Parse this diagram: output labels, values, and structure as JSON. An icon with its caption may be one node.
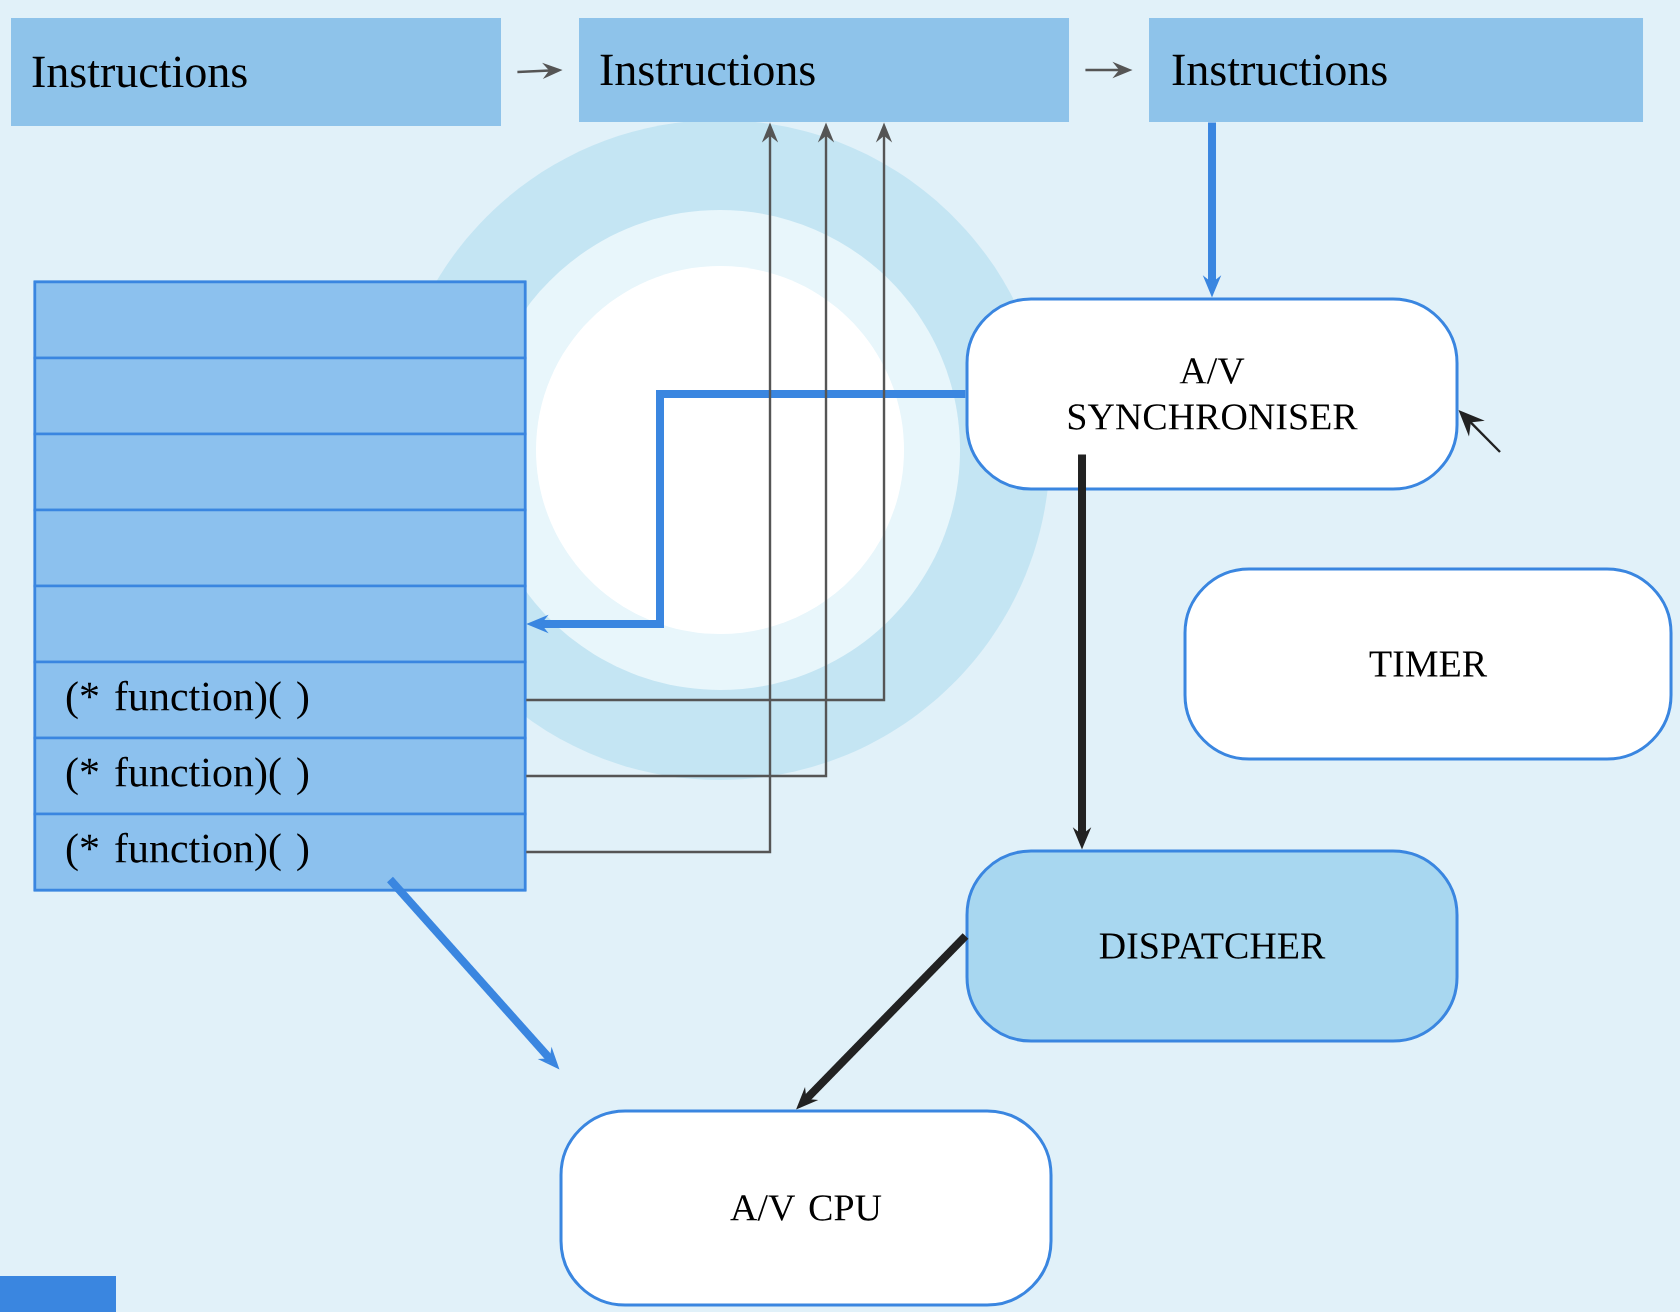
{
  "diagram": {
    "nodes": [
      {
        "text": [
          "Instructions"
        ]
      },
      {
        "text": [
          "Instructions"
        ]
      },
      {
        "text": [
          "Instructions"
        ]
      },
      {
        "text": [],
        "shape": "box"
      },
      {
        "text": [],
        "shape": "box",
        "in": 3
      },
      {
        "text": [],
        "shape": "box",
        "in": 3
      },
      {
        "text": [],
        "shape": "box",
        "in": 3
      },
      {
        "text": [],
        "shape": "box",
        "in": 3
      },
      {
        "text": [],
        "shape": "box",
        "in": 3
      },
      {
        "text": [
          "(* function)(    )"
        ],
        "in": 3
      },
      {
        "text": [
          "(* function)(    )"
        ],
        "in": 3
      },
      {
        "text": [
          "(* function)(    )"
        ],
        "in": 3
      },
      {
        "text": [
          "A/V SYNCHRONISER"
        ]
      },
      {
        "text": [
          "TIMER"
        ]
      },
      {
        "text": [
          "DISPATCHER"
        ]
      },
      {
        "text": [
          "A/V CPU"
        ]
      }
    ],
    "edges": [
      {
        "from": 0,
        "to": 1,
        "arrow": "to"
      },
      {
        "from": 1,
        "to": 2,
        "arrow": "to"
      },
      {
        "from": 2,
        "to": 12,
        "arrow": "to",
        "style": "thick",
        "color": "#3a86e0"
      },
      {
        "from": 12,
        "to": 8,
        "arrow": "to",
        "style": "thick",
        "color": "#3a86e0"
      },
      {
        "from": 9,
        "to": 1,
        "arrow": "to"
      },
      {
        "from": 10,
        "to": 1,
        "arrow": "to"
      },
      {
        "from": 11,
        "to": 1,
        "arrow": "to"
      },
      {
        "from": 12,
        "to": 14,
        "arrow": "to",
        "style": "thick",
        "color": "#222222"
      },
      {
        "from": 14,
        "to": 15,
        "arrow": "to",
        "style": "thick",
        "color": "#222222"
      },
      {
        "from": 3,
        "to": 15,
        "arrow": "to",
        "style": "thick",
        "color": "#3a86e0"
      },
      {
        "from": null,
        "to": 12,
        "arrow": "to",
        "color": "#222222"
      }
    ]
  }
}
